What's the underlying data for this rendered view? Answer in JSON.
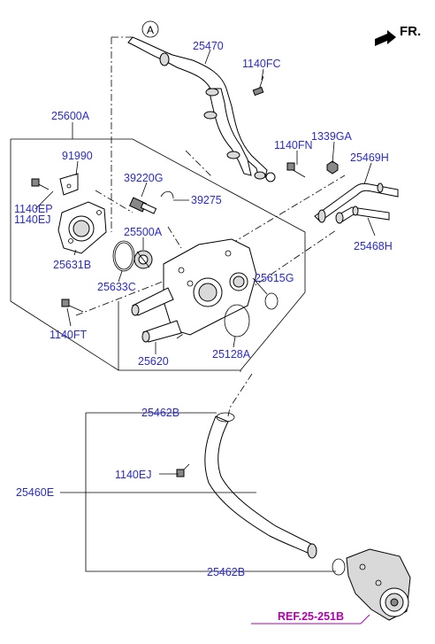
{
  "direction_label": "FR.",
  "circle_marker": "A",
  "reference_label": "REF.25-251B",
  "labels": {
    "p25470": "25470",
    "p1140FC": "1140FC",
    "p25600A": "25600A",
    "p1339GA": "1339GA",
    "p1140FN": "1140FN",
    "p91990": "91990",
    "p25469H": "25469H",
    "p39220G": "39220G",
    "p39275": "39275",
    "p1140EP": "1140EP",
    "p1140EJ_top": "1140EJ",
    "p25500A": "25500A",
    "p25468H": "25468H",
    "p25631B": "25631B",
    "p25633C": "25633C",
    "p25615G": "25615G",
    "p1140FT": "1140FT",
    "p25128A": "25128A",
    "p25620": "25620",
    "p25462B_top": "25462B",
    "p1140EJ_mid": "1140EJ",
    "p25460E": "25460E",
    "p25462B_bot": "25462B"
  },
  "colors": {
    "label": "#2b2bd0",
    "reference": "#b000b0",
    "line": "#000000"
  },
  "icons": [
    "front-direction-arrow-icon"
  ]
}
